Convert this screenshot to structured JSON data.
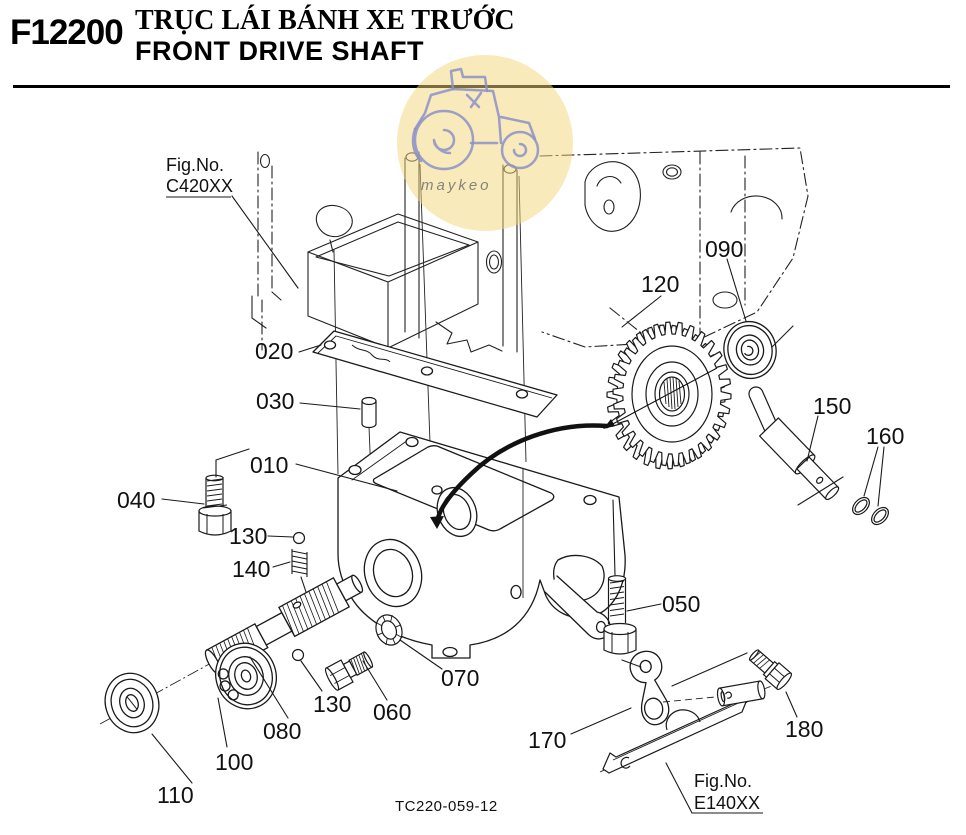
{
  "header": {
    "code": "F12200",
    "title_vi": "TRỤC LÁI BÁNH XE TRƯỚC",
    "title_en": "FRONT DRIVE SHAFT"
  },
  "watermark": {
    "text": "maykeo"
  },
  "diagram": {
    "drawing_number": "TC220-059-12",
    "fig_ref_top": {
      "line1": "Fig.No.",
      "line2": "C420XX"
    },
    "fig_ref_bottom": {
      "line1": "Fig.No.",
      "line2": "E140XX"
    },
    "callouts": {
      "c010": "010",
      "c020": "020",
      "c030": "030",
      "c040": "040",
      "c050": "050",
      "c060": "060",
      "c070": "070",
      "c080": "080",
      "c090": "090",
      "c100": "100",
      "c110": "110",
      "c120": "120",
      "c130a": "130",
      "c130b": "130",
      "c140": "140",
      "c150": "150",
      "c160": "160",
      "c170": "170",
      "c180": "180"
    }
  },
  "colors": {
    "line": "#1A1A1A",
    "watermark_yellow": "#F1D676",
    "watermark_tractor": "#8D92C7"
  }
}
